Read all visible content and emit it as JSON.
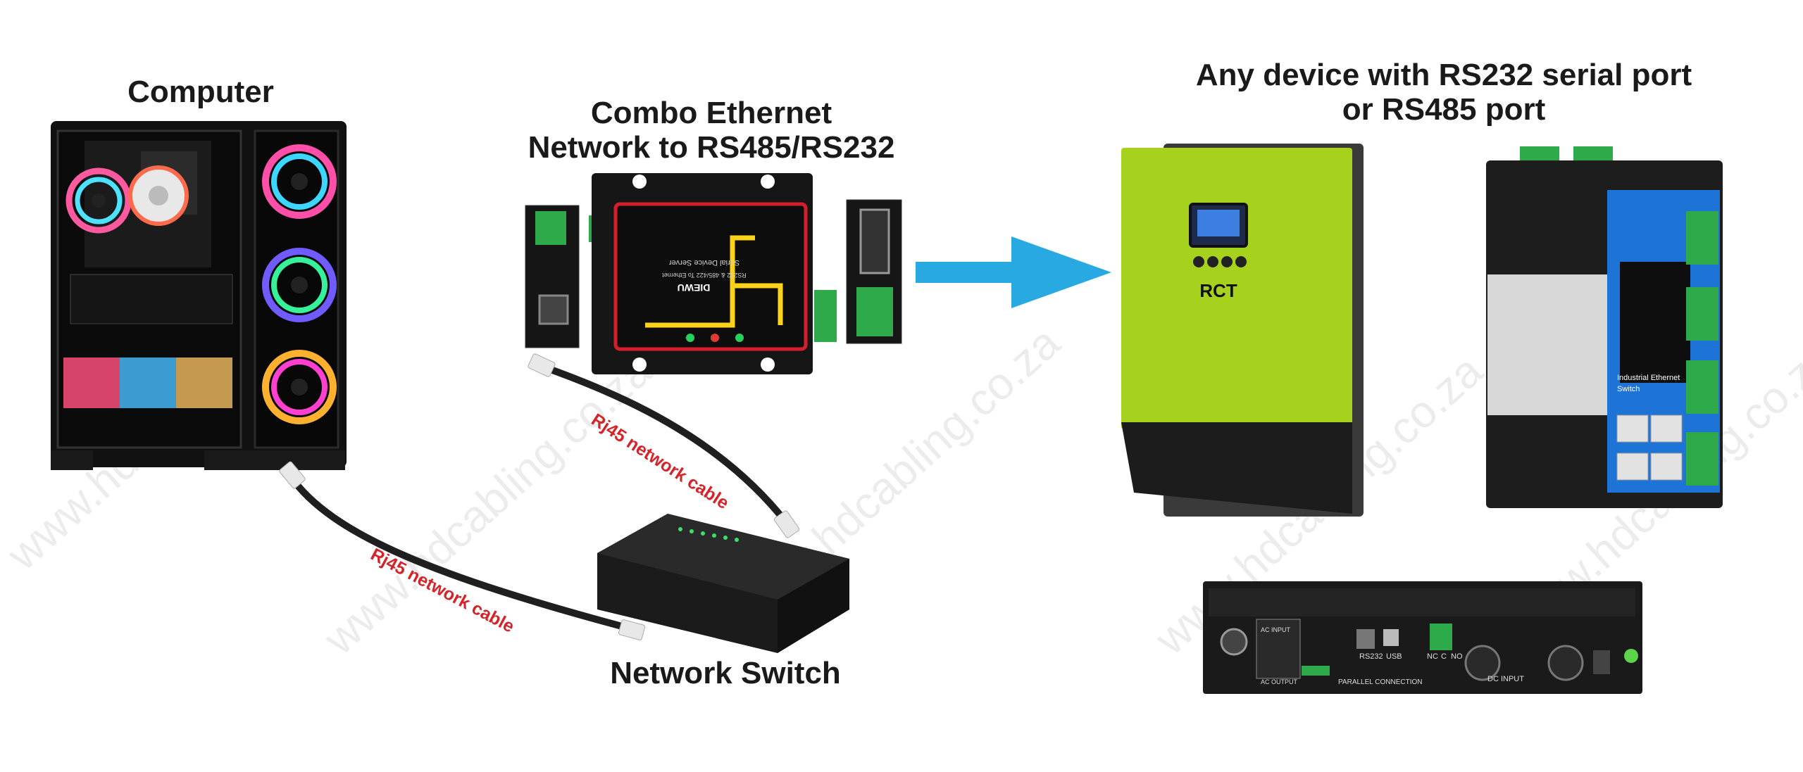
{
  "labels": {
    "computer": "Computer",
    "combo_line1": "Combo Ethernet",
    "combo_line2": "Network to RS485/RS232",
    "any_line1": "Any device with RS232 serial port",
    "any_line2": "or RS485 port",
    "network_switch": "Network Switch"
  },
  "cables": {
    "cable_upper": "Rj45 network cable",
    "cable_lower": "Rj45 network cable"
  },
  "device_text": {
    "brand": "DIEWU",
    "model": "Serial Device Server",
    "model_sub": "RS232 & 485/422 To Ethernet",
    "inverter_brand": "RCT",
    "switch_label_1": "Industrial Ethernet",
    "switch_label_2": "Switch",
    "rear_rs232": "RS232",
    "rear_usb": "USB",
    "rear_nc": "NC",
    "rear_c": "C",
    "rear_no": "NO",
    "rear_dc_input": "DC INPUT",
    "rear_ac_input": "AC INPUT",
    "rear_ac_output": "AC OUTPUT",
    "rear_parallel": "PARALLEL CONNECTION"
  },
  "watermark": "www.hdcabling.co.za",
  "colors": {
    "label_text": "#1a1a1a",
    "cable_text": "#d4242a",
    "arrow": "#29a9e1",
    "inverter_green": "#a6d21e",
    "switch_blue": "#1e73d6",
    "terminal_green": "#2faa4a"
  }
}
